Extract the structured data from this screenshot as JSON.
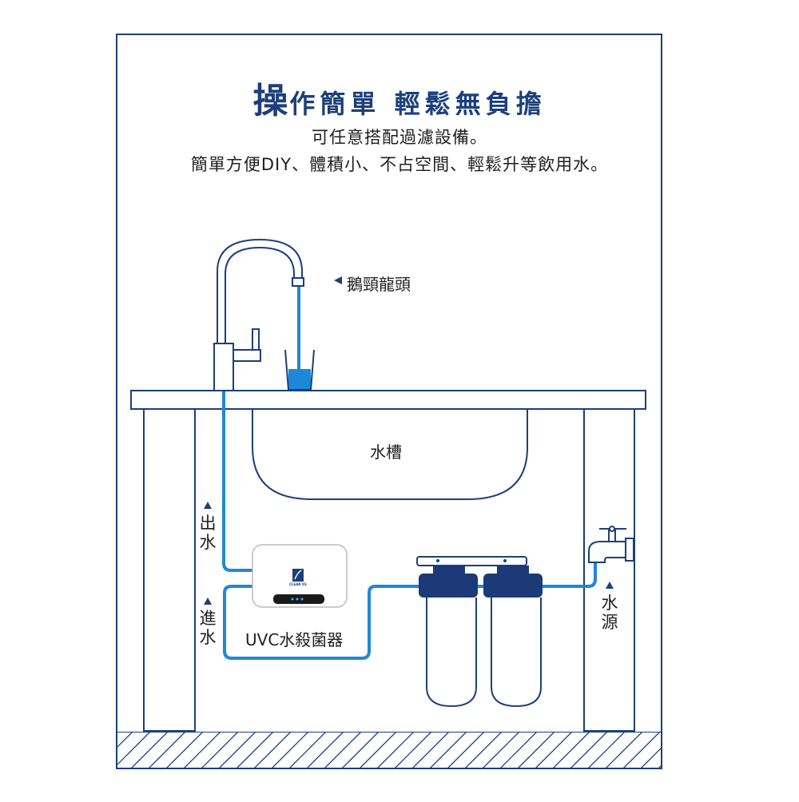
{
  "title": {
    "emphasis": "操",
    "rest": "作簡單 輕鬆無負擔"
  },
  "subtitle_lines": [
    "可任意搭配過濾設備。",
    "簡單方便DIY、體積小、不占空間、輕鬆升等飲用水。"
  ],
  "labels": {
    "faucet": "鵝頸龍頭",
    "sink": "水槽",
    "outlet": "出水",
    "inlet": "進水",
    "device": "UVC水殺菌器",
    "water_source": "水源",
    "device_logo_text": "CLEAR XS"
  },
  "colors": {
    "outline": "#1c3f7c",
    "water": "#1e88d6",
    "filter_cap": "#1c3a78",
    "title": "#1c3f7c"
  },
  "icons": [
    "gooseneck-faucet-icon",
    "glass-icon",
    "tap-icon",
    "filter-housing-icon",
    "uvc-device-icon"
  ]
}
